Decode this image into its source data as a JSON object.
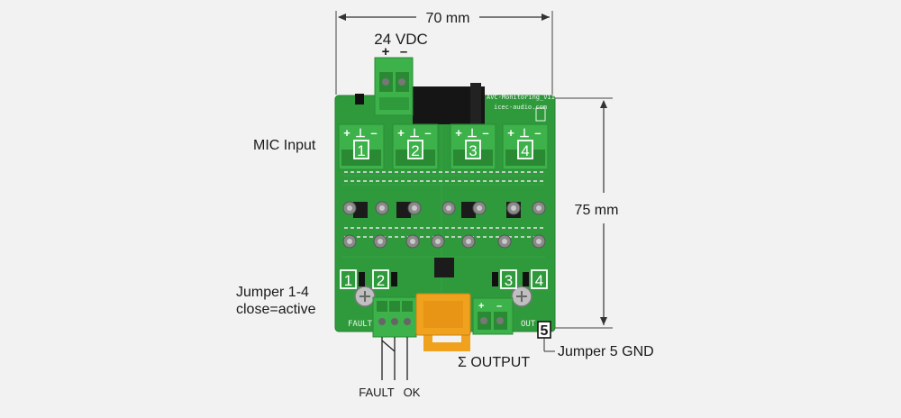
{
  "dimensions": {
    "width_label": "70 mm",
    "height_label": "75 mm"
  },
  "power": {
    "label": "24 VDC",
    "plus": "+",
    "minus": "–"
  },
  "board": {
    "silkscreen_title": "AVC-Monitoring_V11",
    "silkscreen_url": "icec-audio.com",
    "fault_silk": "FAULT",
    "out_silk": "OUT",
    "colors": {
      "pcb": "#2f9a3c",
      "terminal": "#3db14a",
      "relay": "#f0a21e"
    }
  },
  "labels": {
    "mic_input": "MIC Input",
    "jumper_1_4_line1": "Jumper 1-4",
    "jumper_1_4_line2": "close=active",
    "sum_output": "Σ OUTPUT",
    "jumper_5": "Jumper 5 GND",
    "fault": "FAULT",
    "ok": "OK"
  },
  "mic_terminals": [
    {
      "number": "1",
      "pin_plus": "+",
      "pin_ground": "⊥",
      "pin_minus": "–"
    },
    {
      "number": "2",
      "pin_plus": "+",
      "pin_ground": "⊥",
      "pin_minus": "–"
    },
    {
      "number": "3",
      "pin_plus": "+",
      "pin_ground": "⊥",
      "pin_minus": "–"
    },
    {
      "number": "4",
      "pin_plus": "+",
      "pin_ground": "⊥",
      "pin_minus": "–"
    }
  ],
  "jumpers": [
    {
      "number": "1"
    },
    {
      "number": "2"
    },
    {
      "number": "3"
    },
    {
      "number": "4"
    },
    {
      "number": "5"
    }
  ],
  "output_terminal": {
    "pin_plus": "+",
    "pin_minus": "–"
  }
}
